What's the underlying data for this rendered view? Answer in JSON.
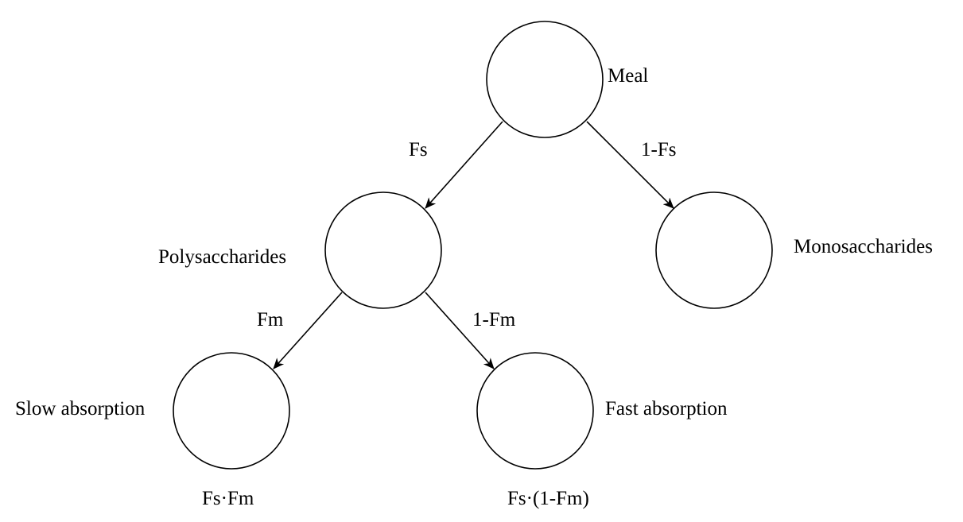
{
  "colors": {
    "stroke": "#000000",
    "background": "#ffffff",
    "text": "#000000"
  },
  "nodes": {
    "meal": {
      "label": "Meal"
    },
    "polysaccharides": {
      "label": "Polysaccharides"
    },
    "monosaccharides": {
      "label": "Monosaccharides"
    },
    "slow_absorption": {
      "label": "Slow absorption",
      "fraction": "Fs·Fm"
    },
    "fast_absorption": {
      "label": "Fast absorption",
      "fraction": "Fs·(1-Fm)"
    }
  },
  "edges": {
    "meal_to_poly": {
      "label": "Fs"
    },
    "meal_to_mono": {
      "label": "1-Fs"
    },
    "poly_to_slow": {
      "label": "Fm"
    },
    "poly_to_fast": {
      "label": "1-Fm"
    }
  }
}
